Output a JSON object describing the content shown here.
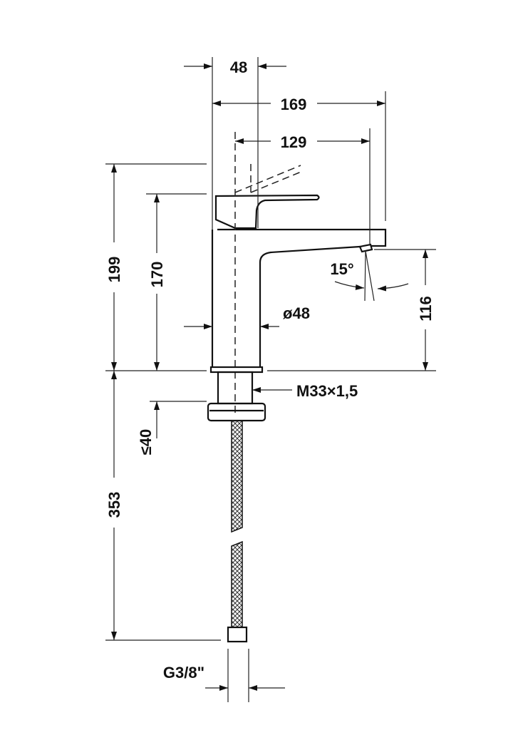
{
  "title": "Faucet dimension drawing",
  "dimensions": {
    "spout_body_width": "48",
    "total_depth": "169",
    "spout_reach": "129",
    "total_height": "199",
    "handle_height": "170",
    "spout_angle": "15°",
    "spout_height": "116",
    "body_diameter": "ø48",
    "thread": "M33×1,5",
    "max_deck_thickness": "≤40",
    "hose_length": "353",
    "connection": "G3/8\""
  },
  "colors": {
    "line": "#111111",
    "background": "#ffffff"
  }
}
